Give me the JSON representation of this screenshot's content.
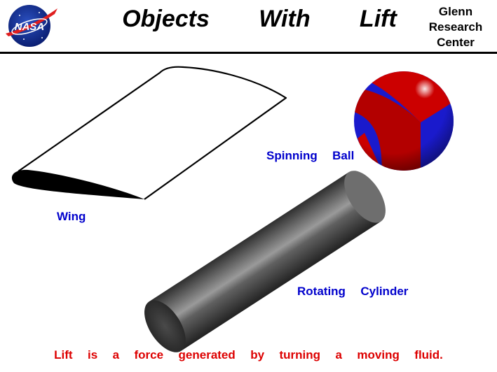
{
  "header": {
    "logo_text": "NASA",
    "title": "Objects   With   Lift",
    "center_lines": [
      "Glenn",
      "Research",
      "Center"
    ]
  },
  "objects": {
    "wing_label": "Wing",
    "ball_label": "Spinning  Ball",
    "cylinder_label": "Rotating  Cylinder"
  },
  "caption": "Lift  is  a  force  generated  by  turning  a  moving  fluid.",
  "colors": {
    "label_blue": "#0000cc",
    "caption_red": "#dd0000",
    "ball_red": "#cc0000",
    "ball_blue": "#1a1acc",
    "cylinder_gray": "#555555"
  }
}
